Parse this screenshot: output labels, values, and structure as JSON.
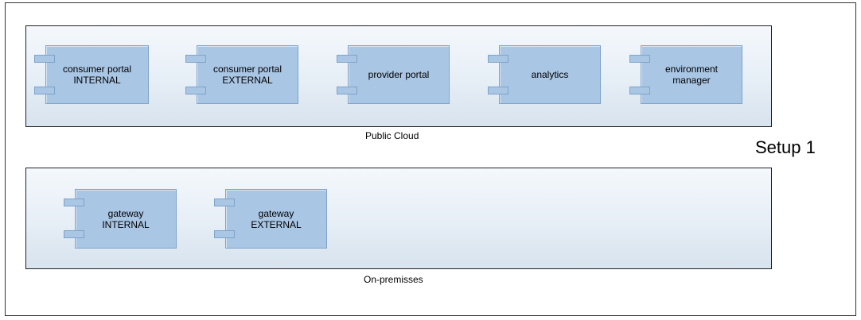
{
  "diagram": {
    "setup_label": "Setup 1",
    "zones": {
      "public_cloud": {
        "label": "Public Cloud",
        "components": [
          {
            "label": "consumer portal\nINTERNAL"
          },
          {
            "label": "consumer portal\nEXTERNAL"
          },
          {
            "label": "provider portal"
          },
          {
            "label": "analytics"
          },
          {
            "label": "environment\nmanager"
          }
        ]
      },
      "on_premises": {
        "label": "On-premisses",
        "components": [
          {
            "label": "gateway\nINTERNAL"
          },
          {
            "label": "gateway\nEXTERNAL"
          }
        ]
      }
    },
    "colors": {
      "component_fill": "#a9c6e5",
      "component_border": "#7fa3c8",
      "zone_border": "#222222"
    }
  }
}
